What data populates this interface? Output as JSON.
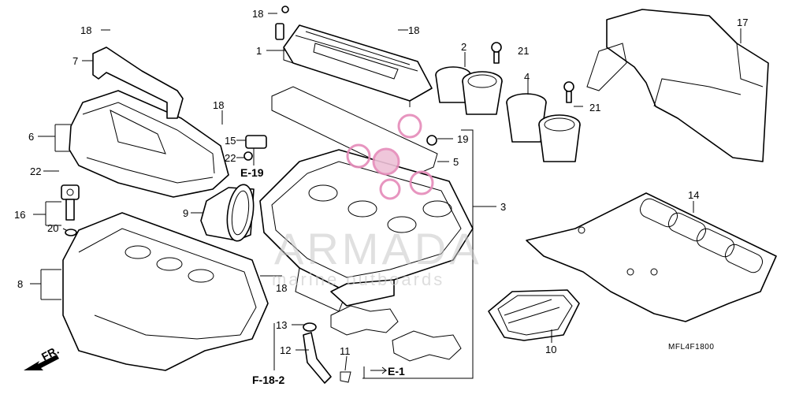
{
  "callouts": {
    "c1": "1",
    "c2": "2",
    "c3": "3",
    "c4": "4",
    "c5": "5",
    "c6": "6",
    "c7": "7",
    "c8": "8",
    "c9": "9",
    "c10": "10",
    "c11": "11",
    "c12": "12",
    "c13": "13",
    "c14": "14",
    "c15": "15",
    "c16": "16",
    "c17": "17",
    "c18a": "18",
    "c18b": "18",
    "c18c": "18",
    "c18d": "18",
    "c18e": "18",
    "c19": "19",
    "c20": "20",
    "c21a": "21",
    "c21b": "21",
    "c22a": "22",
    "c22b": "22"
  },
  "references": {
    "e19": "E-19",
    "f182": "F-18-2",
    "e1": "E-1",
    "fr": "FR."
  },
  "diagram_code": "MFL4F1800",
  "watermark": {
    "brand": "ARMADA",
    "tagline": "marine outboards",
    "color": "#e58ab9"
  }
}
